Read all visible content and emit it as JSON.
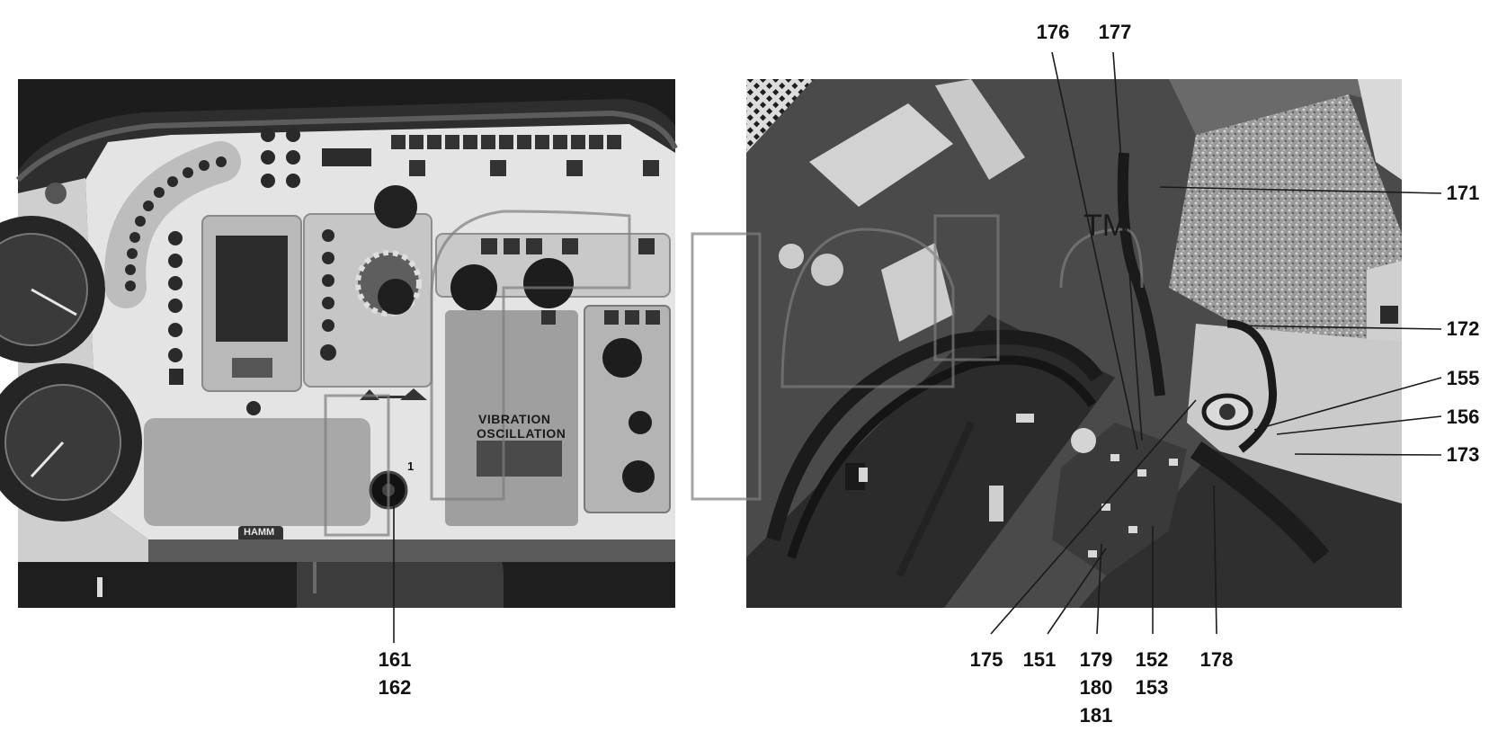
{
  "figure": {
    "left_photo": {
      "subject": "Operator dashboard / instrument panel",
      "panel_text_vibration": "VIBRATION",
      "panel_text_oscillation": "OSCILLATION",
      "brand_badge": "HAMM",
      "switch_mark": "1"
    },
    "right_photo": {
      "subject": "Wiring harness and connectors",
      "watermark_mark": "TM"
    },
    "callouts": [
      {
        "id": "c161",
        "label": "161\n162"
      },
      {
        "id": "c176",
        "label": "176"
      },
      {
        "id": "c177",
        "label": "177"
      },
      {
        "id": "c171",
        "label": "171"
      },
      {
        "id": "c172",
        "label": "172"
      },
      {
        "id": "c155",
        "label": "155"
      },
      {
        "id": "c156",
        "label": "156"
      },
      {
        "id": "c173",
        "label": "173"
      },
      {
        "id": "c175",
        "label": "175"
      },
      {
        "id": "c151",
        "label": "151"
      },
      {
        "id": "c179",
        "label": "179\n180\n181"
      },
      {
        "id": "c152",
        "label": "152\n153"
      },
      {
        "id": "c178",
        "label": "178"
      }
    ],
    "colors": {
      "ink": "#111111",
      "photo_dark": "#2b2b2b",
      "photo_mid": "#8c8c8c",
      "photo_light": "#e2e2e2"
    }
  }
}
